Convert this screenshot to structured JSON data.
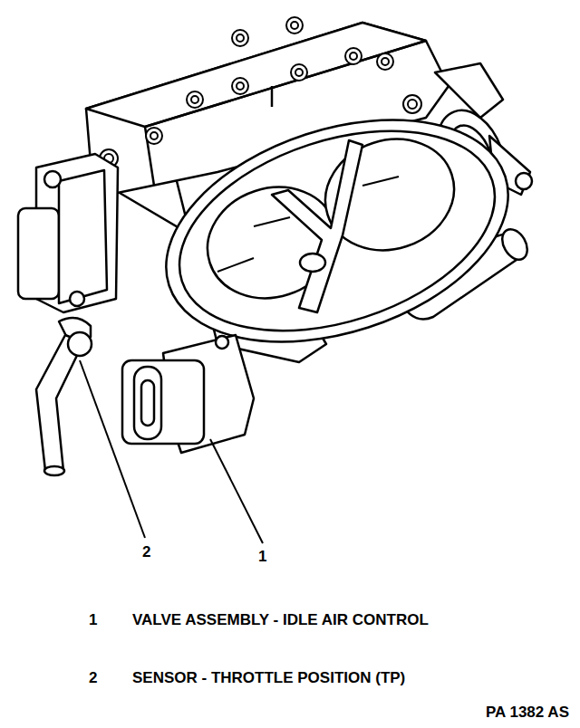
{
  "diagram": {
    "labels": [
      "2",
      "1",
      "1",
      "VALVE ASSEMBLY - IDLE AIR CONTROL",
      "2",
      "SENSOR - THROTTLE POSITION (TP)",
      "PA 1382 AS"
    ]
  }
}
